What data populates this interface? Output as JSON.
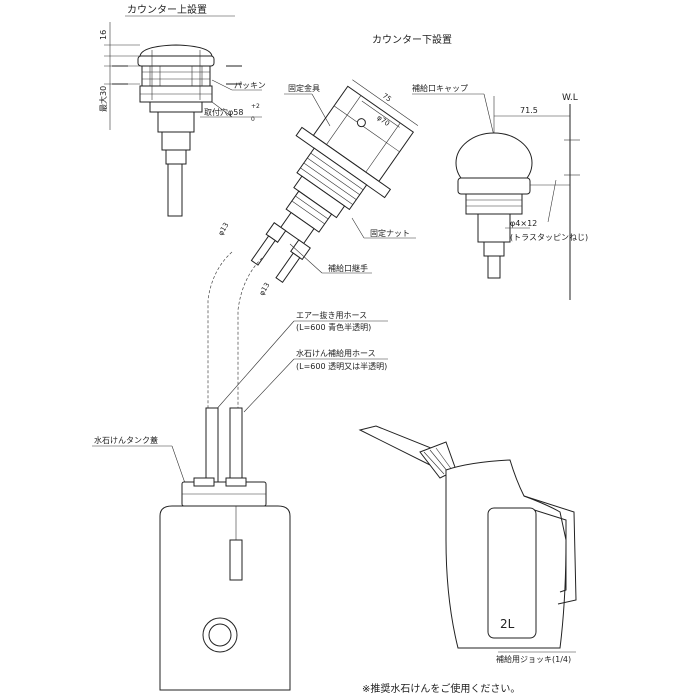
{
  "labels": {
    "counter_top": "カウンター上設置",
    "counter_bottom": "カウンター下設置",
    "packing": "パッキン",
    "mount_hole": "取付穴φ58",
    "mount_hole_tol": "+2",
    "mount_hole_tol2": "0",
    "max30": "最大30",
    "dim16": "16",
    "fixing_bracket": "固定金具",
    "dim75": "75",
    "dim70": "φ70",
    "fixing_nut": "固定ナット",
    "supply_cap": "補給口キャップ",
    "dim71_5": "71.5",
    "wl": "W.L",
    "screw": "φ4×12",
    "screw_note": "(トラスタッピンねじ)",
    "dim13": "φ13",
    "dim13b": "φ13",
    "supply_fitting": "補給口継手",
    "air_hose": "エアー抜き用ホース",
    "air_hose_spec": "(L=600  青色半透明)",
    "soap_hose": "水石けん補給用ホース",
    "soap_hose_spec": "(L=600  透明又は半透明)",
    "tank_lid": "水石けんタンク蓋",
    "jug_volume": "2L",
    "jug_label": "補給用ジョッキ(1/4)",
    "note": "※推奨水石けんをご使用ください。"
  }
}
